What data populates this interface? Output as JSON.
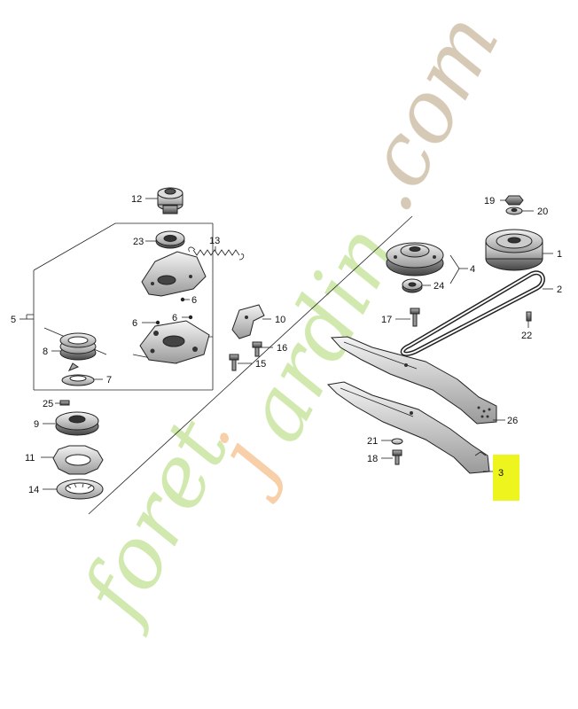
{
  "watermark": {
    "text": "foretjardin.com",
    "colors": {
      "green": "#c9e6a0",
      "orange": "#f6c89a",
      "brown": "#cfc0a8"
    }
  },
  "highlight_color": "#eef51e",
  "callouts": [
    {
      "id": "12",
      "label": "12"
    },
    {
      "id": "23",
      "label": "23"
    },
    {
      "id": "13",
      "label": "13"
    },
    {
      "id": "6a",
      "label": "6"
    },
    {
      "id": "6b",
      "label": "6"
    },
    {
      "id": "6c",
      "label": "6"
    },
    {
      "id": "5",
      "label": "5"
    },
    {
      "id": "10",
      "label": "10"
    },
    {
      "id": "16",
      "label": "16"
    },
    {
      "id": "15",
      "label": "15"
    },
    {
      "id": "8",
      "label": "8"
    },
    {
      "id": "7",
      "label": "7"
    },
    {
      "id": "25",
      "label": "25"
    },
    {
      "id": "9",
      "label": "9"
    },
    {
      "id": "11",
      "label": "11"
    },
    {
      "id": "14",
      "label": "14"
    },
    {
      "id": "19",
      "label": "19"
    },
    {
      "id": "20",
      "label": "20"
    },
    {
      "id": "1",
      "label": "1"
    },
    {
      "id": "4",
      "label": "4"
    },
    {
      "id": "24",
      "label": "24"
    },
    {
      "id": "2",
      "label": "2"
    },
    {
      "id": "17",
      "label": "17"
    },
    {
      "id": "22",
      "label": "22"
    },
    {
      "id": "26",
      "label": "26"
    },
    {
      "id": "21",
      "label": "21"
    },
    {
      "id": "18",
      "label": "18"
    },
    {
      "id": "3",
      "label": "3"
    }
  ]
}
